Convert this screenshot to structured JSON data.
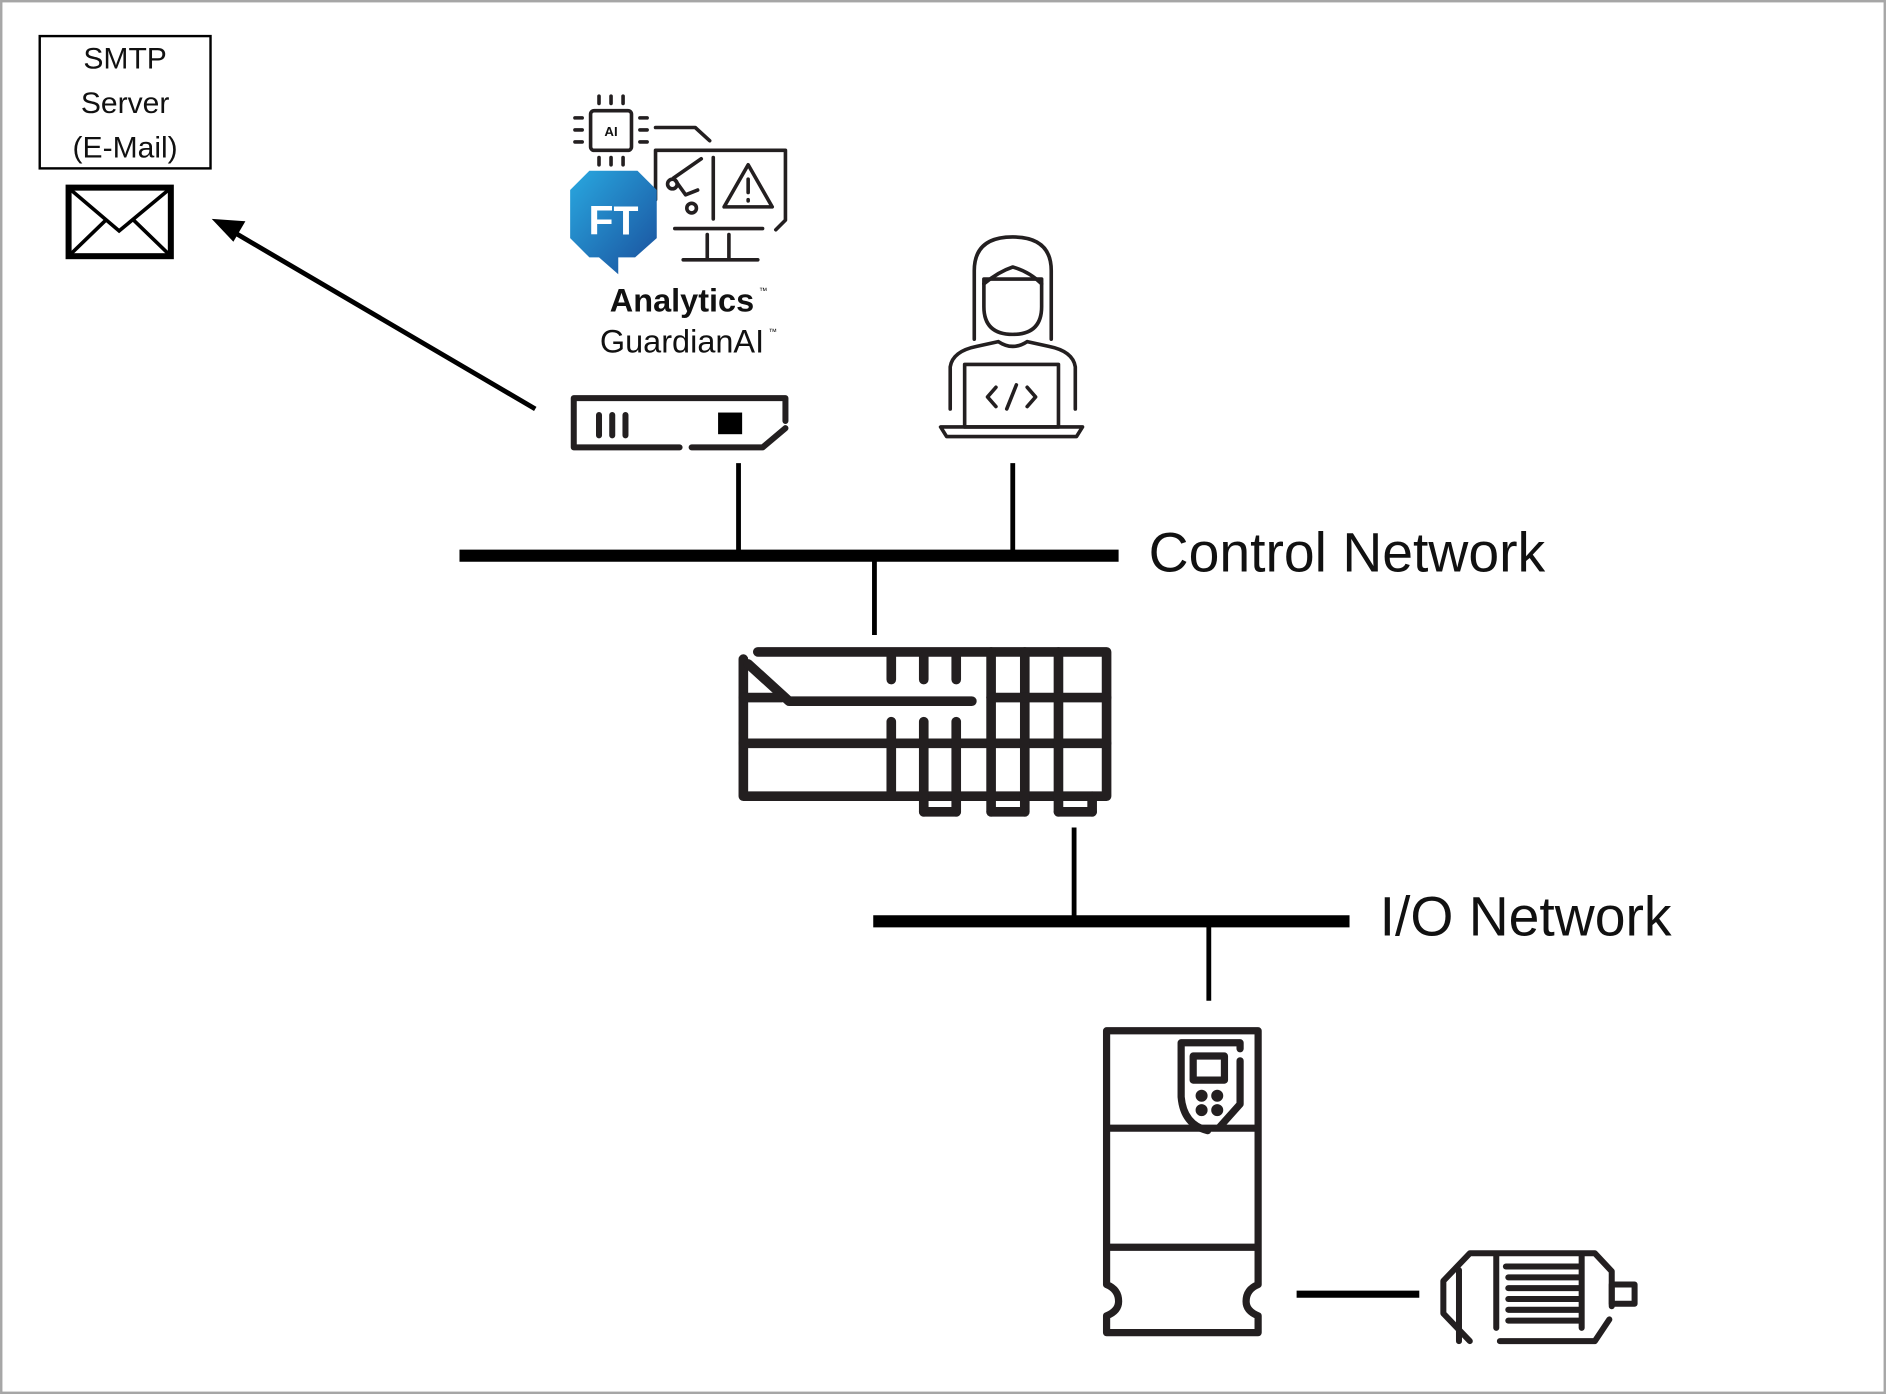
{
  "smtp_server": {
    "lines": [
      "SMTP",
      "Server",
      "(E-Mail)"
    ]
  },
  "analytics": {
    "logo_text": "FT",
    "product": "Analytics",
    "subproduct": "GuardianAI",
    "chip_label": "AI",
    "tm": "™"
  },
  "networks": {
    "control": "Control Network",
    "io": "I/O Network"
  },
  "colors": {
    "line": "#000000",
    "ft_blue_light": "#29a8e0",
    "ft_blue_dark": "#1a4f9c",
    "border": "#a6a6a6"
  },
  "icons": [
    "envelope-icon",
    "ai-chip-icon",
    "ft-logo-icon",
    "monitor-alert-icon",
    "edge-device-icon",
    "developer-icon",
    "controller-icon",
    "drive-icon",
    "motor-icon"
  ]
}
